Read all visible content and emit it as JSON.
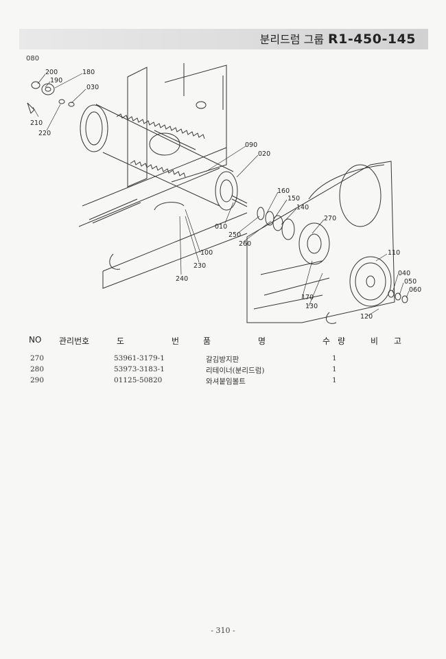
{
  "header": {
    "group_name": "분리드럼 그룹",
    "group_code": "R1-450-145"
  },
  "figure": {
    "label": "080",
    "callouts": [
      "200",
      "190",
      "180",
      "030",
      "210",
      "220",
      "090",
      "020",
      "160",
      "150",
      "140",
      "010",
      "250",
      "260",
      "270",
      "100",
      "230",
      "240",
      "110",
      "040",
      "050",
      "060",
      "170",
      "130",
      "120"
    ]
  },
  "table": {
    "headers": {
      "no": "NO",
      "mgmt": "관리번호",
      "do": "도",
      "beon": "번",
      "pum": "품",
      "myeong": "명",
      "su": "수",
      "ryang": "량",
      "bi": "비",
      "go": "고"
    },
    "rows": [
      {
        "no": "270",
        "part_no": "53961-3179-1",
        "name": "갈김방지판",
        "qty": "1"
      },
      {
        "no": "280",
        "part_no": "53973-3183-1",
        "name": "리테이너(분리드럼)",
        "qty": "1"
      },
      {
        "no": "290",
        "part_no": "01125-50820",
        "name": "와셔붙임볼트",
        "qty": "1"
      }
    ]
  },
  "footer": {
    "page": "- 310 -"
  }
}
